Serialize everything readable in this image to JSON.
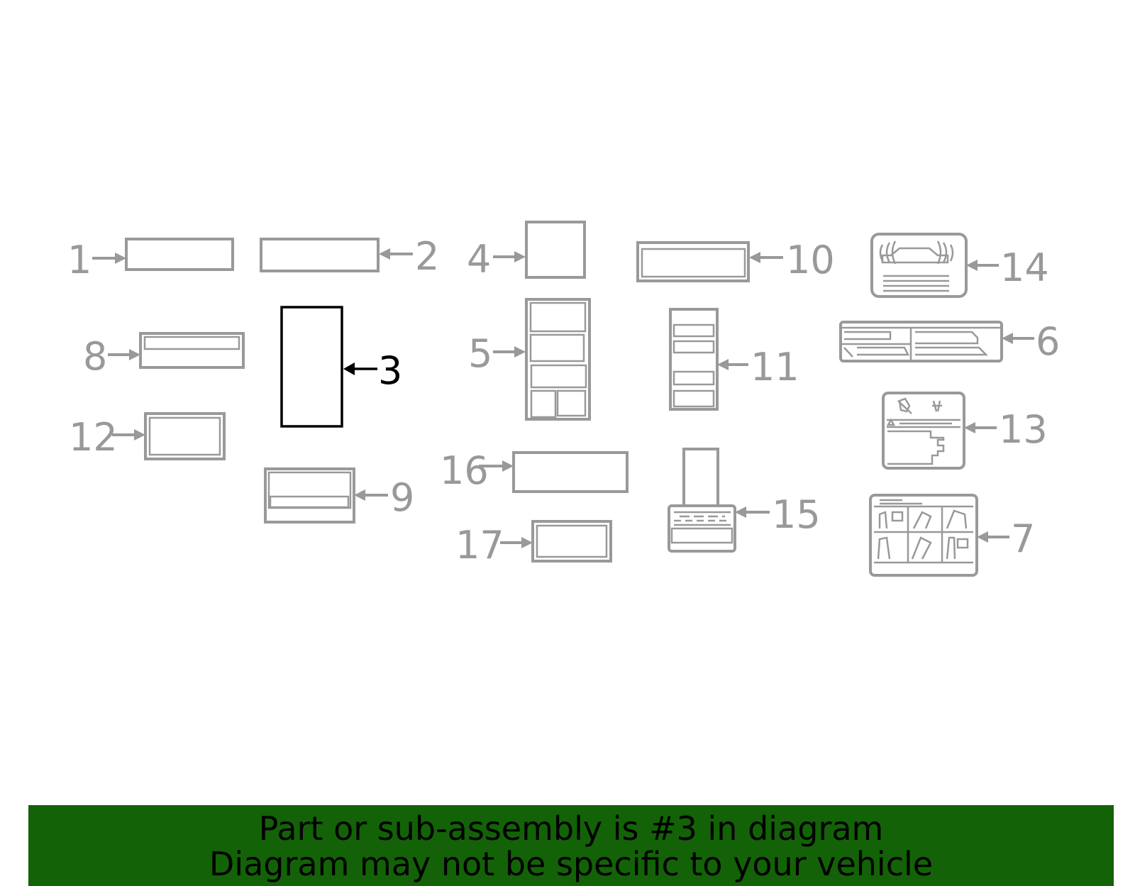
{
  "diagram": {
    "highlight_color": "#000000",
    "muted_color": "#999999",
    "callouts": [
      {
        "id": "1",
        "label": "1"
      },
      {
        "id": "2",
        "label": "2"
      },
      {
        "id": "3",
        "label": "3",
        "highlighted": true
      },
      {
        "id": "4",
        "label": "4"
      },
      {
        "id": "5",
        "label": "5"
      },
      {
        "id": "6",
        "label": "6"
      },
      {
        "id": "7",
        "label": "7"
      },
      {
        "id": "8",
        "label": "8"
      },
      {
        "id": "9",
        "label": "9"
      },
      {
        "id": "10",
        "label": "10"
      },
      {
        "id": "11",
        "label": "11"
      },
      {
        "id": "12",
        "label": "12"
      },
      {
        "id": "13",
        "label": "13"
      },
      {
        "id": "14",
        "label": "14"
      },
      {
        "id": "15",
        "label": "15"
      },
      {
        "id": "16",
        "label": "16"
      },
      {
        "id": "17",
        "label": "17"
      }
    ]
  },
  "banner": {
    "line1": "Part or sub-assembly is #3 in diagram",
    "line2": "Diagram may not be specific to your vehicle",
    "background": "#136207"
  }
}
